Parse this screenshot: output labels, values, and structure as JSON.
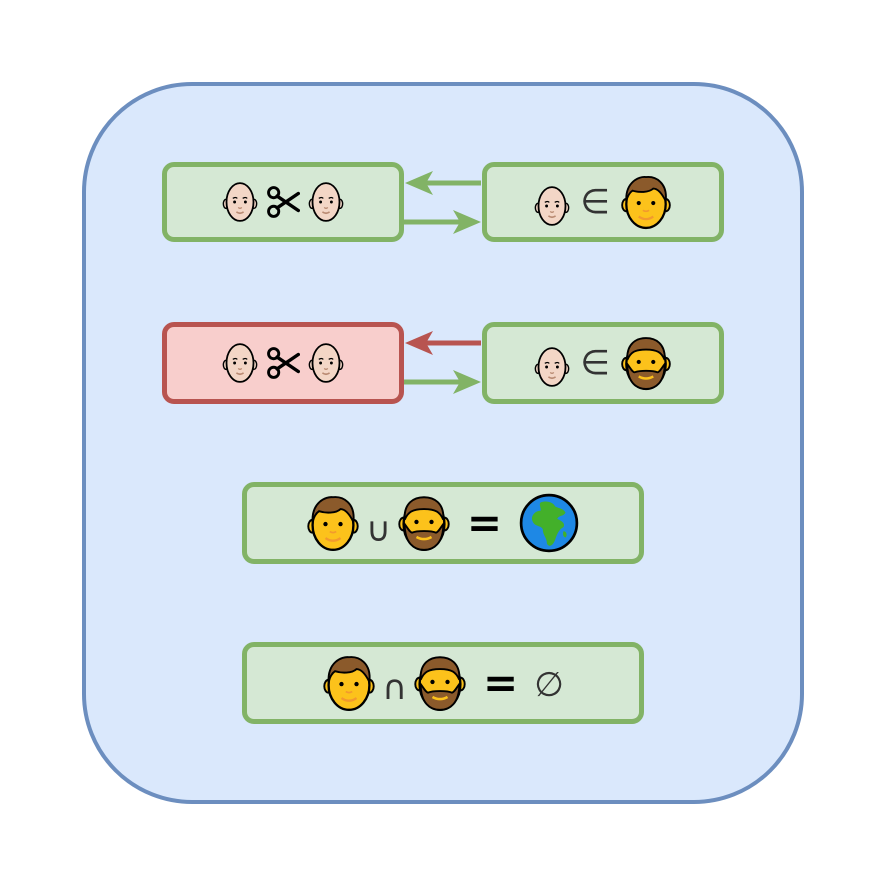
{
  "colors": {
    "outer_fill": "#dae8fc",
    "outer_stroke": "#6c8ebf",
    "ok_fill": "#d5e8d4",
    "ok_stroke": "#82b366",
    "bad_fill": "#f8cecc",
    "bad_stroke": "#b85450"
  },
  "icons": {
    "bald_face": "bald-person-emoji",
    "scissors": "scissors-emoji",
    "young_man": "man-emoji",
    "bearded_man": "bearded-person-emoji",
    "globe": "globe-africa-europe-emoji"
  },
  "row1": {
    "left": {
      "op": "✂"
    },
    "right": {
      "op": "∈"
    },
    "arrow_to_left_color": "#82b366",
    "arrow_to_right_color": "#82b366"
  },
  "row2": {
    "left": {
      "op": "✂"
    },
    "right": {
      "op": "∈"
    },
    "arrow_to_left_color": "#b85450",
    "arrow_to_right_color": "#82b366"
  },
  "union": {
    "op": "∪",
    "eq": "="
  },
  "intersection": {
    "op": "∩",
    "eq": "=",
    "result": "∅"
  }
}
